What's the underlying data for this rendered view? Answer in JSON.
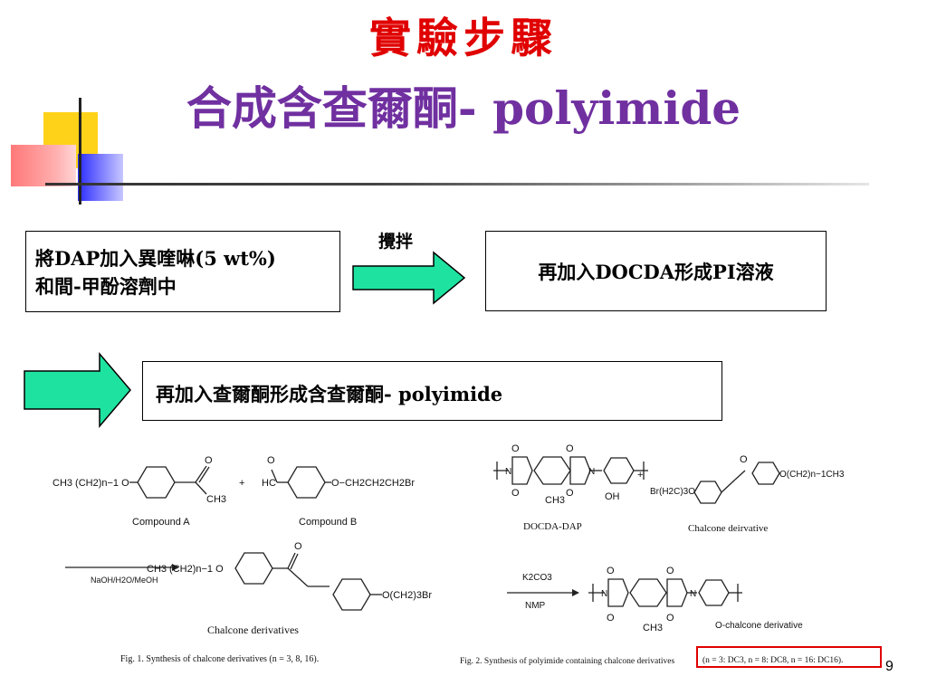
{
  "title": {
    "line1": "實驗步驟",
    "line2": "合成含查爾酮- polyimide"
  },
  "steps": {
    "box1_line1": "將DAP加入異喹啉(5 wt%)",
    "box1_line2": "和間-甲酚溶劑中",
    "stir_label": "攪拌",
    "box2": "再加入DOCDA形成PI溶液",
    "box3": "再加入查爾酮形成含查爾酮- polyimide"
  },
  "figure1": {
    "reactant_a_chain": "CH3 (CH2)n−1 O",
    "reactant_a_methyl": "CH3",
    "carbonyl_o": "O",
    "plus": "+",
    "reactant_b_aldehyde": "HC",
    "reactant_b_chain": "O−CH2CH2CH2Br",
    "compound_a": "Compound A",
    "compound_b": "Compound  B",
    "reagents": "NaOH/H2O/MeOH",
    "product_chain": "CH3 (CH2)n−1 O",
    "product_tail": "O(CH2)3Br",
    "product_label": "Chalcone derivatives",
    "caption": "Fig. 1.  Synthesis of chalcone derivatives (n = 3, 8, 16)."
  },
  "figure2": {
    "docda_label": "DOCDA-DAP",
    "methyl": "CH3",
    "hydroxyl": "OH",
    "plus": "+",
    "chalcone_left": "Br(H2C)3O",
    "chalcone_right": "O(CH2)n−1CH3",
    "chalcone_label": "Chalcone deirvative",
    "reagent_top": "K2CO3",
    "reagent_bottom": "NMP",
    "product_substituent": "O-chalcone derivative",
    "n_label": "N",
    "o_label": "O",
    "caption_main": "Fig. 2.  Synthesis of polyimide containing chalcone derivatives",
    "caption_highlight": "(n = 3: DC3, n = 8: DC8, n = 16: DC16)."
  },
  "page_number": "9",
  "colors": {
    "title_red": "#e00000",
    "title_purple": "#7030a0",
    "arrow_fill": "#1ee3a0",
    "highlight_red": "#e00000"
  }
}
